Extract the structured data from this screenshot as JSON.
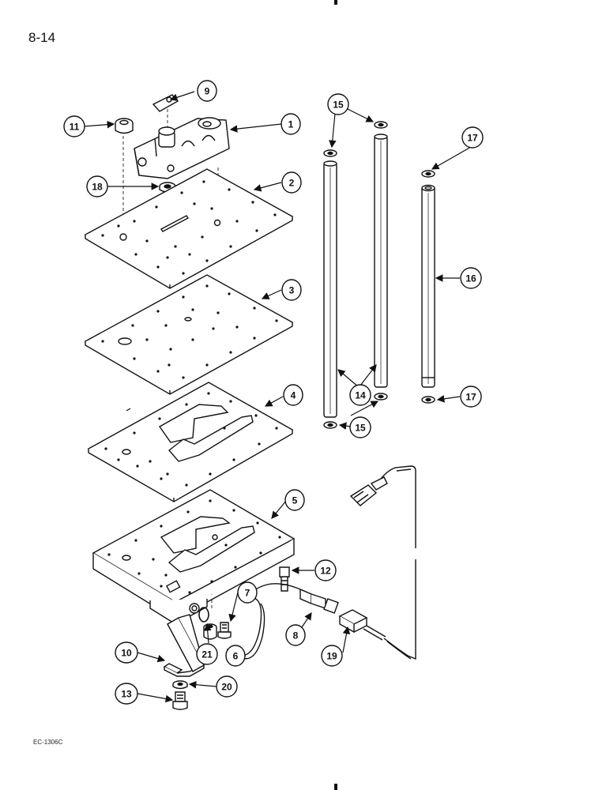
{
  "page": {
    "number": "8-14",
    "figure_code": "EC-1306C"
  },
  "callouts": [
    "1",
    "2",
    "3",
    "4",
    "5",
    "6",
    "7",
    "8",
    "9",
    "10",
    "11",
    "12",
    "13",
    "14",
    "15",
    "16",
    "17",
    "18",
    "19",
    "20",
    "21"
  ],
  "chart_data": null
}
